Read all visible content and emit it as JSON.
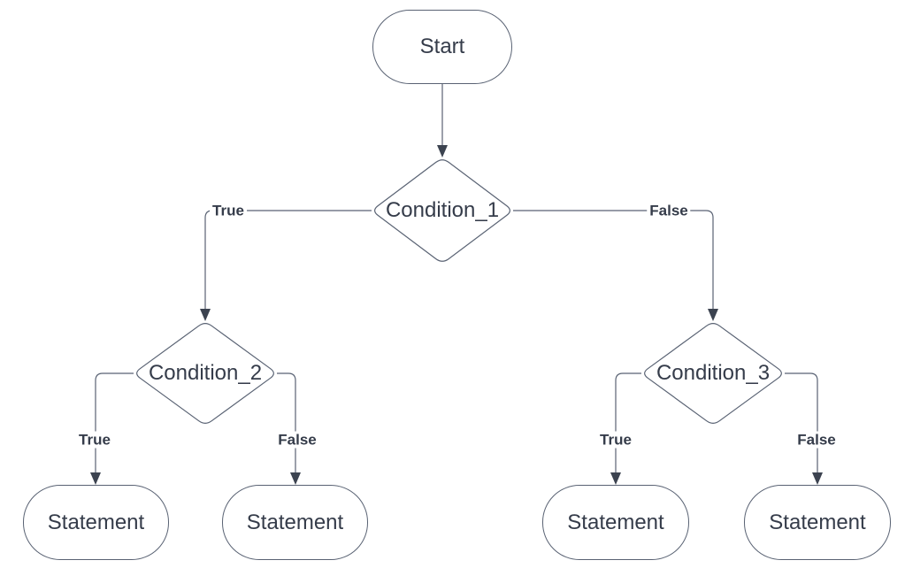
{
  "diagram": {
    "type": "flowchart",
    "colors": {
      "stroke": "#596273",
      "text": "#353c4a",
      "arrow": "#3c4350",
      "node_fill": "#ffffff",
      "background": "#ffffff"
    },
    "nodes": [
      {
        "id": "start",
        "label": "Start",
        "shape": "terminator"
      },
      {
        "id": "condition_1",
        "label": "Condition_1",
        "shape": "decision"
      },
      {
        "id": "condition_2",
        "label": "Condition_2",
        "shape": "decision"
      },
      {
        "id": "condition_3",
        "label": "Condition_3",
        "shape": "decision"
      },
      {
        "id": "statement_1",
        "label": "Statement",
        "shape": "terminator"
      },
      {
        "id": "statement_2",
        "label": "Statement",
        "shape": "terminator"
      },
      {
        "id": "statement_3",
        "label": "Statement",
        "shape": "terminator"
      },
      {
        "id": "statement_4",
        "label": "Statement",
        "shape": "terminator"
      }
    ],
    "edges": [
      {
        "from": "start",
        "to": "condition_1",
        "label": ""
      },
      {
        "from": "condition_1",
        "to": "condition_2",
        "label": "True"
      },
      {
        "from": "condition_1",
        "to": "condition_3",
        "label": "False"
      },
      {
        "from": "condition_2",
        "to": "statement_1",
        "label": "True"
      },
      {
        "from": "condition_2",
        "to": "statement_2",
        "label": "False"
      },
      {
        "from": "condition_3",
        "to": "statement_3",
        "label": "True"
      },
      {
        "from": "condition_3",
        "to": "statement_4",
        "label": "False"
      }
    ]
  }
}
